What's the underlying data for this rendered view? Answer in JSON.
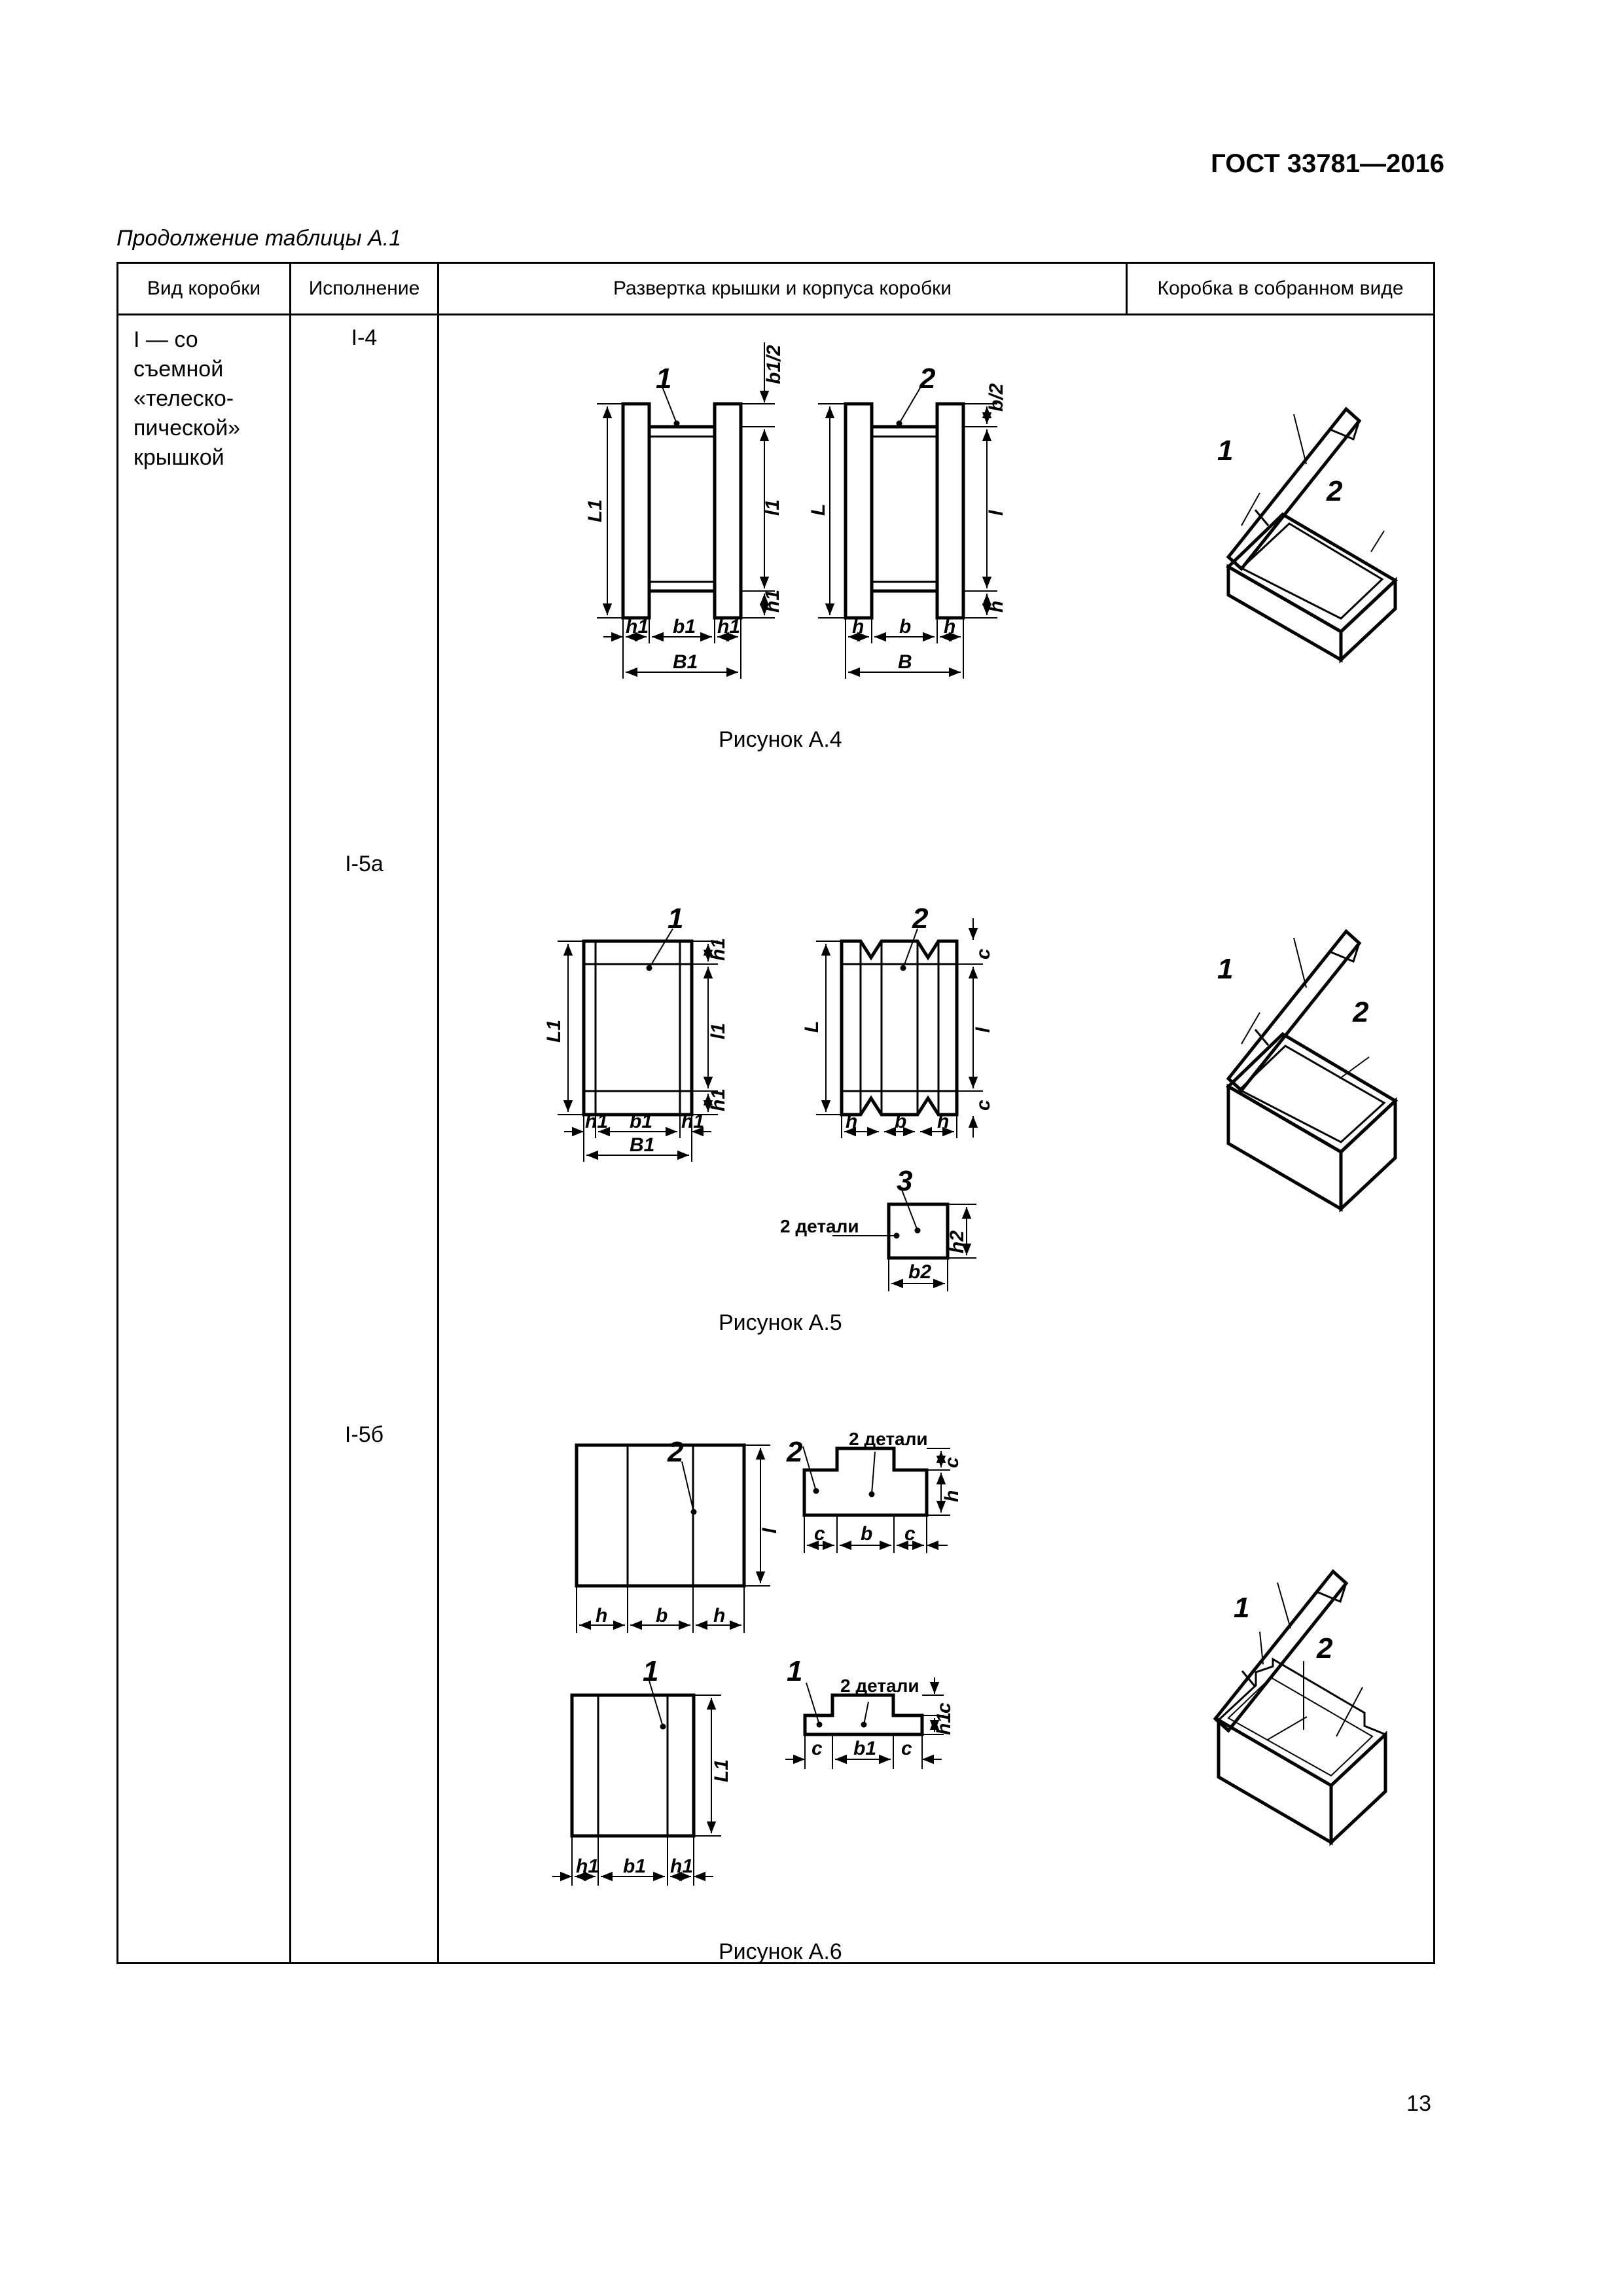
{
  "header": {
    "standard": "ГОСТ 33781—2016"
  },
  "table_caption": "Продолжение таблицы А.1",
  "columns": [
    "Вид коробки",
    "Исполнение",
    "Развертка крышки и корпуса коробки",
    "Коробка в собранном виде"
  ],
  "row": {
    "kind_lines": [
      "I — со",
      "съемной",
      "«телеско-",
      "пической»",
      "крышкой"
    ],
    "variants": [
      "I-4",
      "I-5а",
      "I-5б"
    ]
  },
  "figures": {
    "a4": {
      "caption": "Рисунок А.4",
      "callouts": [
        "1",
        "2"
      ],
      "dims": {
        "b1_2": "b1/2",
        "b_2": "b/2",
        "L1": "L1",
        "l1": "l1",
        "h1": "h1",
        "L": "L",
        "l": "l",
        "h": "h",
        "b1": "b1",
        "B1": "B1",
        "b": "b",
        "B": "B"
      }
    },
    "a5": {
      "caption": "Рисунок А.5",
      "callouts": [
        "1",
        "2",
        "3"
      ],
      "parts_note": "2 детали",
      "dims": {
        "L1": "L1",
        "l1": "l1",
        "h1": "h1",
        "b1": "b1",
        "B1": "B1",
        "L": "L",
        "l": "l",
        "c": "c",
        "h": "h",
        "b": "b",
        "h2": "h2",
        "b2": "b2"
      }
    },
    "a6": {
      "caption": "Рисунок А.6",
      "callouts": [
        "1",
        "2"
      ],
      "parts_note": "2 детали",
      "dims": {
        "l": "l",
        "h": "h",
        "b": "b",
        "c": "c",
        "L1": "L1",
        "h1": "h1",
        "b1": "b1"
      }
    }
  },
  "page_number": "13"
}
